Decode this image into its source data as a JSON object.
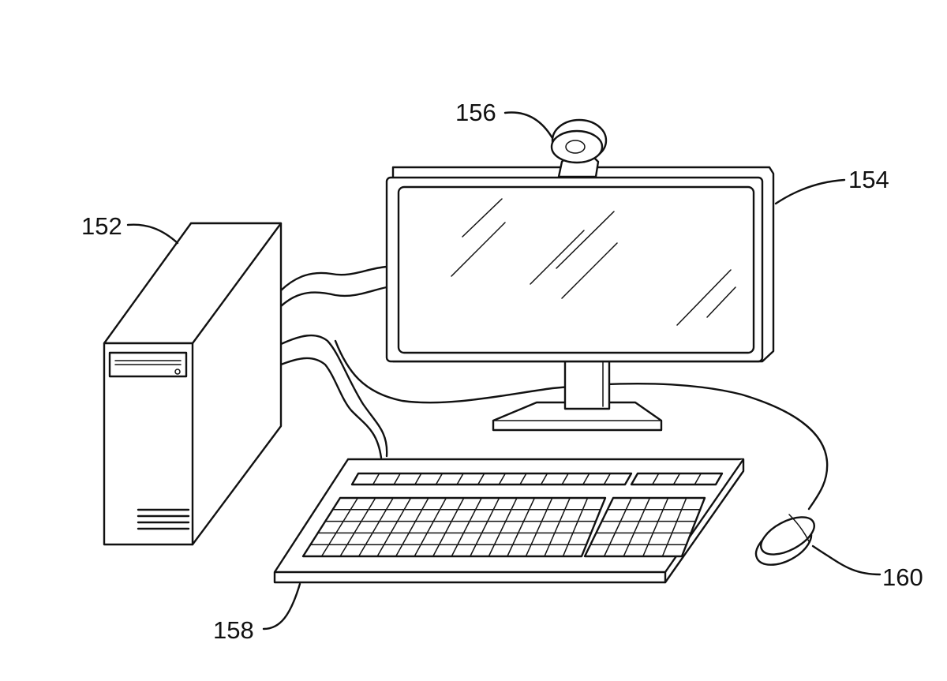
{
  "figure": {
    "labels": {
      "computer_tower": "152",
      "monitor": "154",
      "webcam": "156",
      "keyboard": "158",
      "mouse": "160"
    }
  }
}
